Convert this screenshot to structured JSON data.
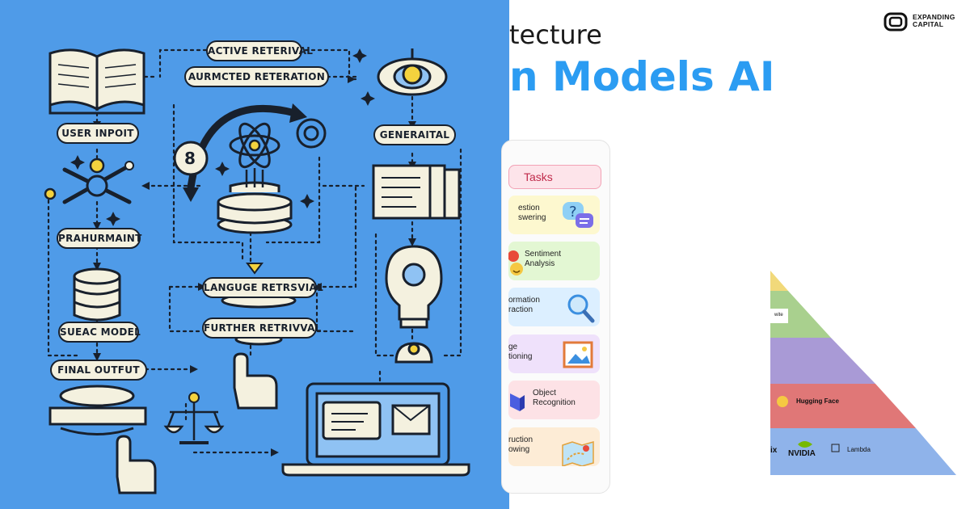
{
  "illustration": {
    "labels": {
      "active_retrieval": "ACTIVE RETERIVAL",
      "augmented_retrieval": "AURMCTED RETERATION",
      "user_input": "USER INPOIT",
      "generation": "GENERAITAL",
      "preprocessing": "PRAHURMAINT",
      "model": "SUEAC MODEL",
      "final_output": "FINAL OUTFUT",
      "language_retrieval": "LANGUGE RETRSVIAL",
      "further_retrieval": "FURTHER RETRIVVAL",
      "bubble_glyph": "8"
    },
    "colors": {
      "background": "#4f9be8",
      "ink": "#18202c",
      "cream": "#f4f1df",
      "yellow": "#f3d23e"
    }
  },
  "slide": {
    "title_line_1": "tecture",
    "title_line_2": "n Models AI",
    "brand": {
      "line_1": "EXPANDING",
      "line_2": "CAPITAL",
      "icon": "expanding-capital-logo-icon"
    },
    "tasks_card": {
      "header": "Tasks",
      "items": [
        {
          "label": "estion\nswering",
          "icon": "question-chat-icon",
          "color": "#fdf8cf"
        },
        {
          "label": "Sentiment\nAnalysis",
          "icon": "emoji-faces-icon",
          "color": "#e3f7d3"
        },
        {
          "label": "ormation\nraction",
          "icon": "magnifier-icon",
          "color": "#dcefff"
        },
        {
          "label": "ge\ntioning",
          "icon": "picture-frame-icon",
          "color": "#efe1fb"
        },
        {
          "label": "Object\nRecognition",
          "icon": "cube-icon",
          "color": "#fde2e6"
        },
        {
          "label": "ruction\nowing",
          "icon": "map-icon",
          "color": "#fdecd6"
        }
      ]
    },
    "pyramid": {
      "levels": [
        {
          "color": "#f1d97a",
          "text": ""
        },
        {
          "color": "#a9d08e",
          "text": "wite"
        },
        {
          "color": "#a99ad6",
          "text": ""
        },
        {
          "color": "#e07777",
          "text": "Hugging Face",
          "icon": "hugging-face-icon"
        },
        {
          "color": "#8fb3ea",
          "text": ""
        }
      ],
      "bottom_logos": [
        "ix",
        "NVIDIA",
        "Lambda"
      ],
      "bottom_icons": [
        "nvidia-eye-icon",
        "lambda-logo-icon"
      ]
    }
  }
}
